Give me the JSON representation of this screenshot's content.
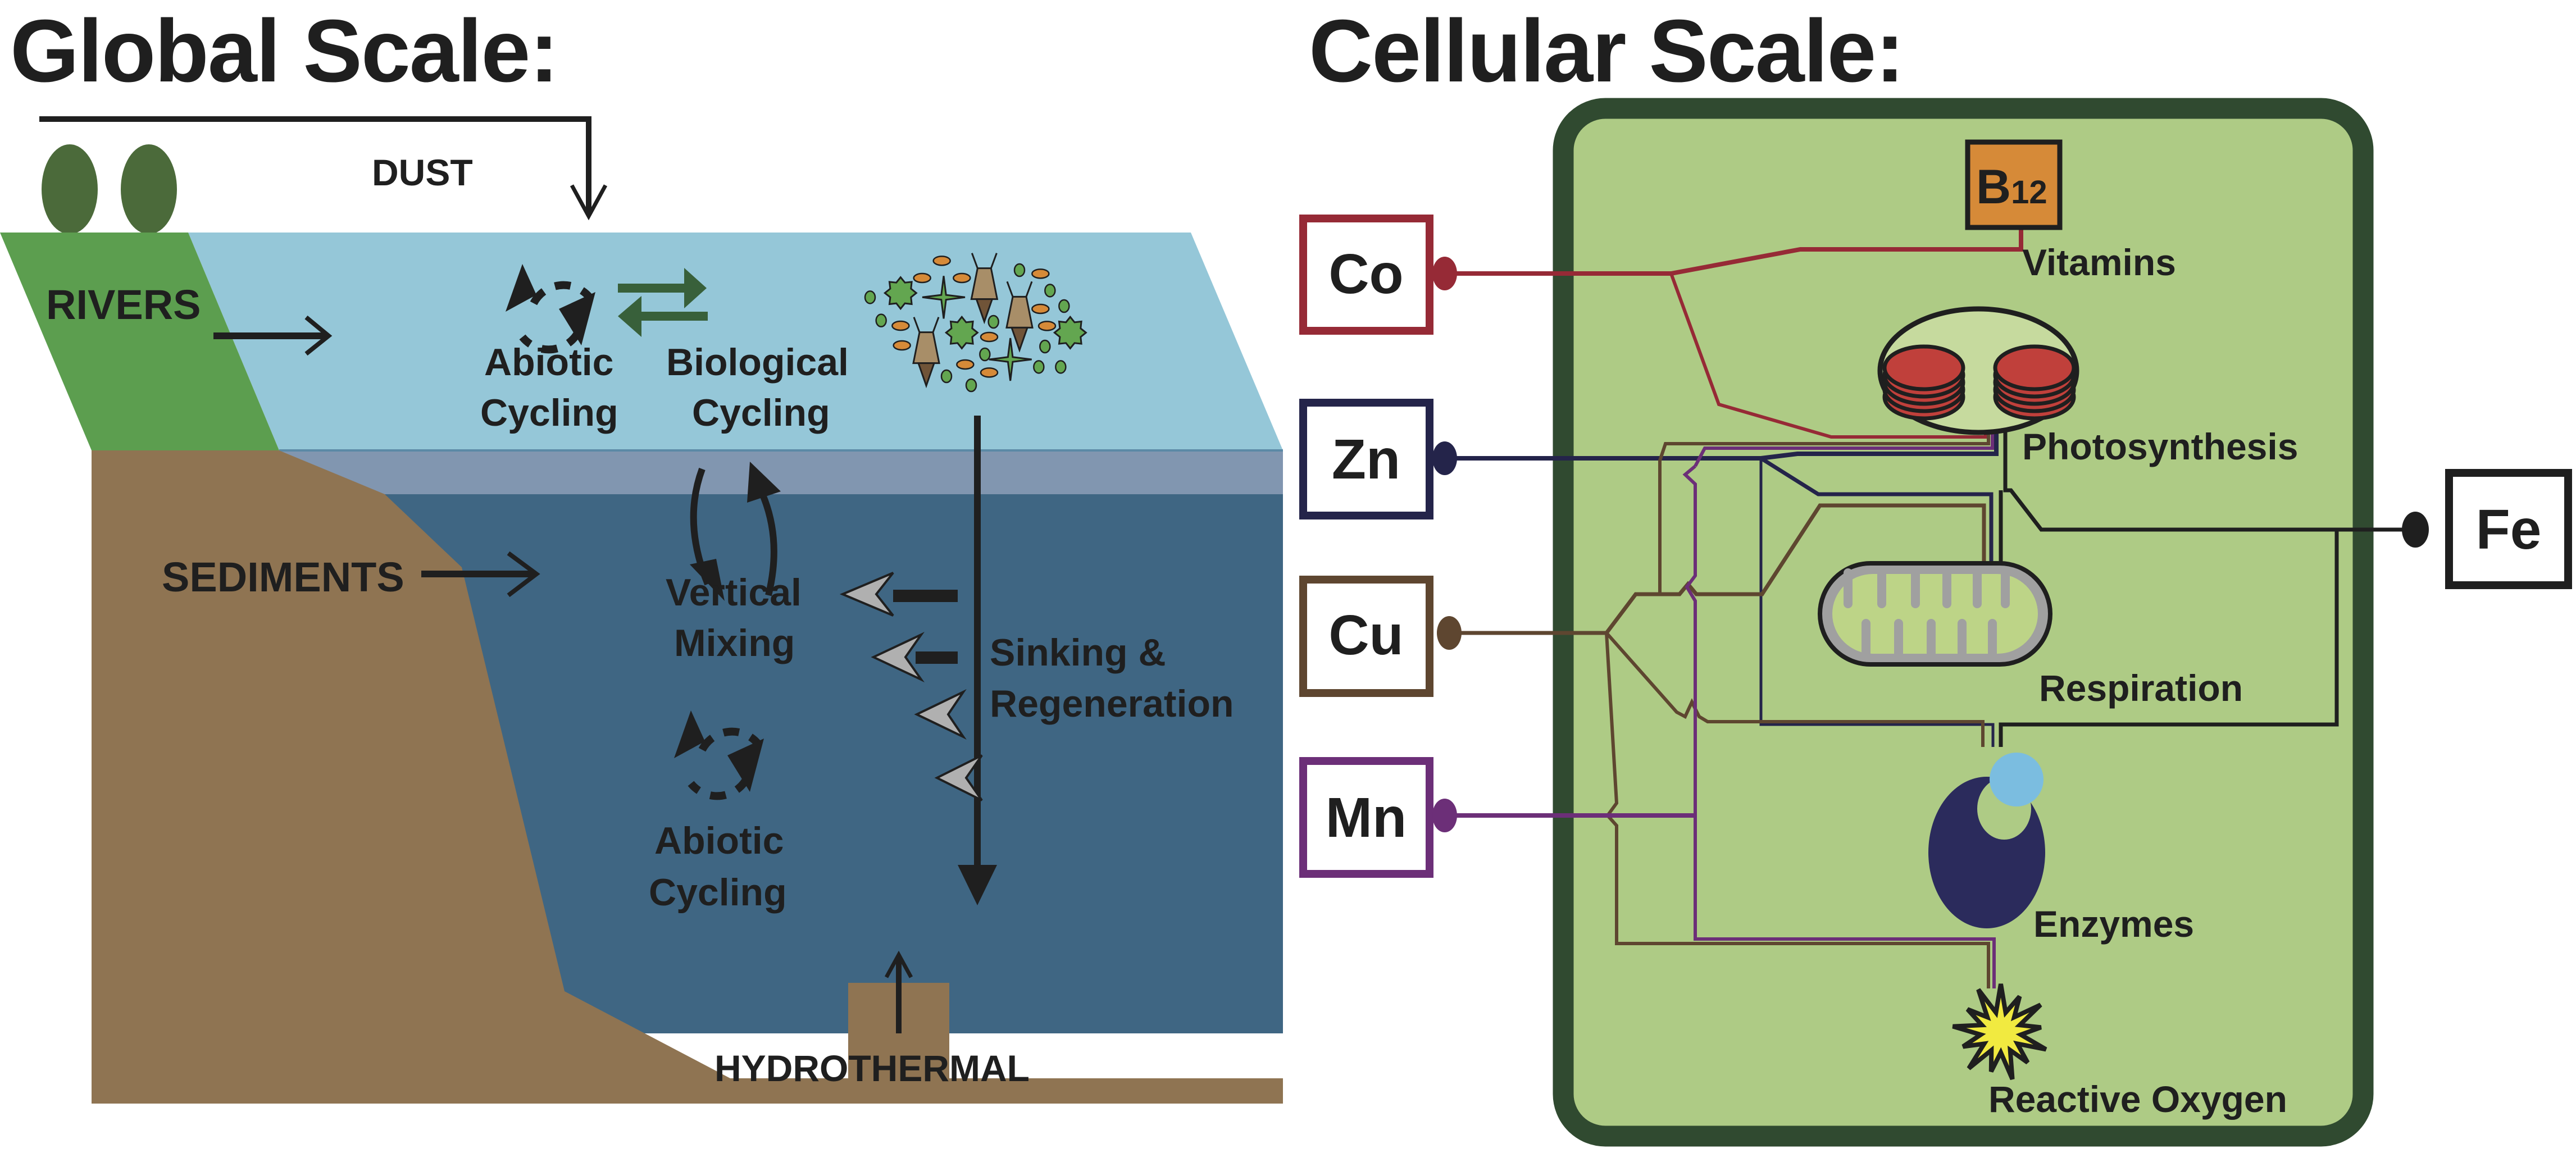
{
  "global_scale": {
    "title": "Global Scale:",
    "labels": {
      "dust": "DUST",
      "rivers": "RIVERS",
      "sediments": "SEDIMENTS",
      "hydrothermal": "HYDROTHERMAL",
      "abiotic_surface_line1": "Abiotic",
      "abiotic_surface_line2": "Cycling",
      "biological_line1": "Biological",
      "biological_line2": "Cycling",
      "vertical_line1": "Vertical",
      "vertical_line2": "Mixing",
      "sinking_line1": "Sinking &",
      "sinking_line2": "Regeneration",
      "abiotic_deep_line1": "Abiotic",
      "abiotic_deep_line2": "Cycling"
    },
    "icons": [
      "tree-icon",
      "cycle-arrows-icon",
      "exchange-arrows-icon",
      "plankton-cluster-icon",
      "curved-arrows-icon",
      "regeneration-arrowhead-icon"
    ]
  },
  "cellular_scale": {
    "title": "Cellular Scale:",
    "metals": [
      {
        "symbol": "Co",
        "color": "#962a36"
      },
      {
        "symbol": "Zn",
        "color": "#24244a"
      },
      {
        "symbol": "Cu",
        "color": "#5e4630"
      },
      {
        "symbol": "Mn",
        "color": "#6c2f78"
      },
      {
        "symbol": "Fe",
        "color": "#1f1f1f"
      }
    ],
    "vitamin_box": {
      "base": "B",
      "subscript": "12"
    },
    "labels": {
      "vitamins": "Vitamins",
      "photosynthesis": "Photosynthesis",
      "respiration": "Respiration",
      "enzymes": "Enzymes",
      "reactive_oxygen": "Reactive Oxygen"
    }
  },
  "colors": {
    "land_green": "#5c9e4f",
    "tree_green": "#4b6a3a",
    "trunk": "#5e4530",
    "surface_water": "#95c7d8",
    "mid_water": "#8196b0",
    "deep_water": "#3f6683",
    "sediment": "#8f7452",
    "cell_border": "#304a30",
    "cell_fill": "#aecb85",
    "chloroplast_fill": "#c6da9e",
    "thylakoid_red": "#c0403b",
    "mito_gray": "#a0a0a0",
    "b12_orange": "#d68a38",
    "enzyme_navy": "#2b2b5c",
    "enzyme_cofactor": "#7bbde0",
    "ros_yellow": "#f1ea40",
    "exchange_green": "#38603a"
  }
}
